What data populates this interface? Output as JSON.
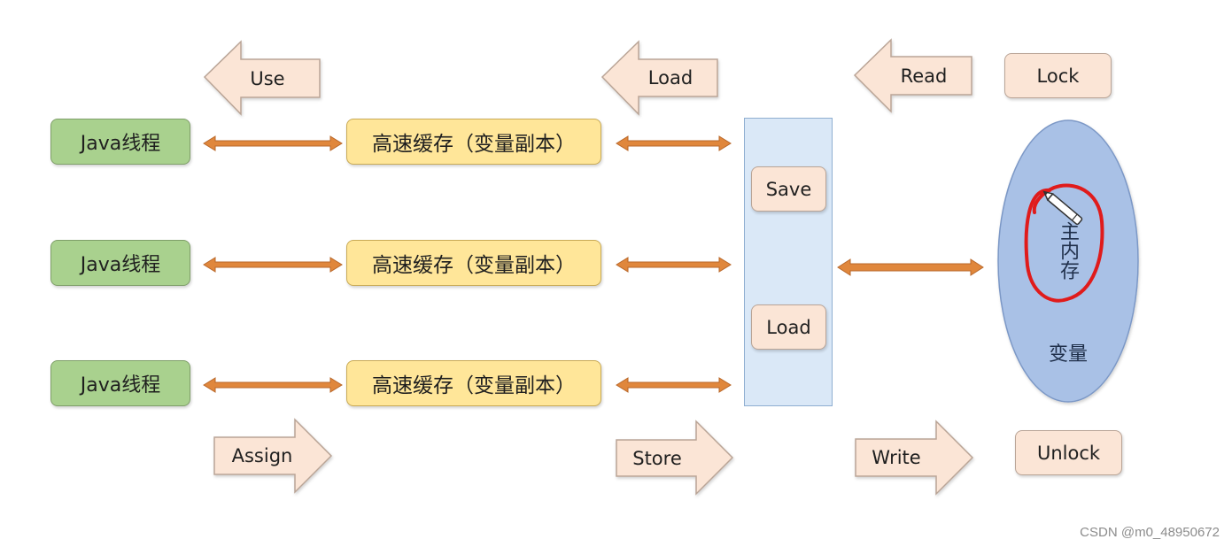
{
  "threads": [
    {
      "label": "Java线程"
    },
    {
      "label": "Java线程"
    },
    {
      "label": "Java线程"
    }
  ],
  "caches": [
    {
      "label": "高速缓存（变量副本）"
    },
    {
      "label": "高速缓存（变量副本）"
    },
    {
      "label": "高速缓存（变量副本）"
    }
  ],
  "top_ops": {
    "use": "Use",
    "load": "Load",
    "read": "Read",
    "lock": "Lock"
  },
  "bottom_ops": {
    "assign": "Assign",
    "store": "Store",
    "write": "Write",
    "unlock": "Unlock"
  },
  "store_panel": {
    "save": "Save",
    "load": "Load"
  },
  "main_memory": {
    "title": "主内存",
    "variable": "变量"
  },
  "colors": {
    "thread_fill": "#a9d18e",
    "cache_fill": "#ffe699",
    "op_fill": "#fbe5d6",
    "panel_fill": "#dae8f7",
    "memory_fill": "#a9c1e6",
    "connector": "#e0873c",
    "annotation": "#e01b1b"
  },
  "watermark": "CSDN @m0_48950672"
}
